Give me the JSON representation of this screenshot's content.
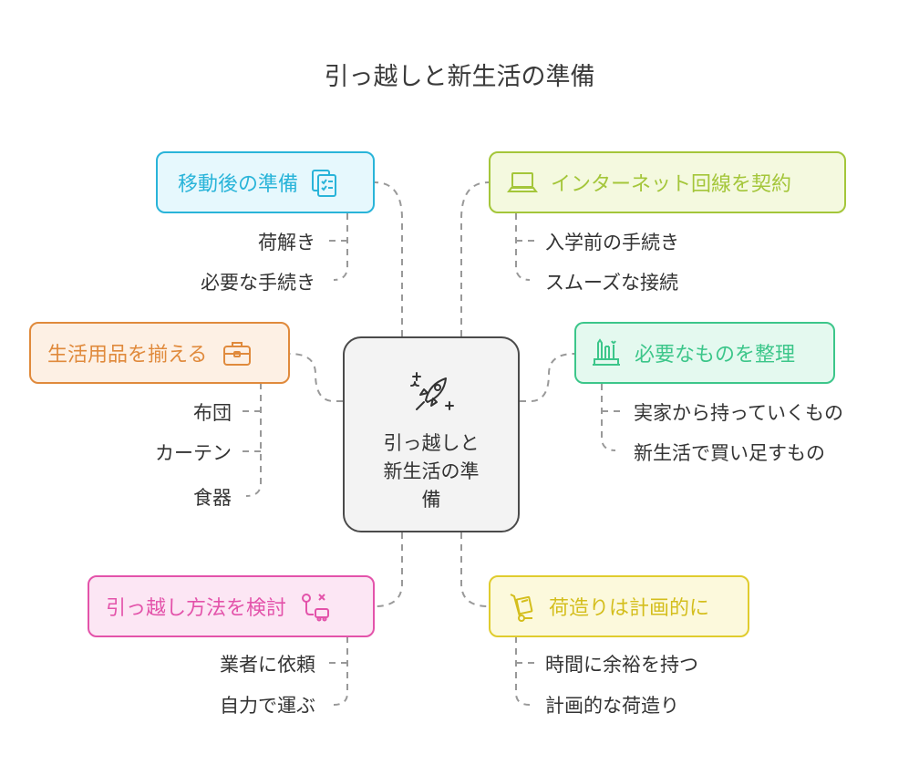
{
  "title": "引っ越しと新生活の準備",
  "center": {
    "line1": "引っ越しと",
    "line2": "新生活の準",
    "line3": "備",
    "icon": "rocket-icon"
  },
  "colors": {
    "blue": "#29b4d9",
    "green": "#a4c63a",
    "orange": "#e08a3c",
    "teal": "#3cc68a",
    "pink": "#e353aa",
    "yellow": "#e0cc2e",
    "line": "#999999",
    "center_border": "#4a4a4a"
  },
  "branches": {
    "moving_prep": {
      "label": "移動後の準備",
      "icon": "clipboard-list-icon",
      "items": [
        "荷解き",
        "必要な手続き"
      ]
    },
    "internet": {
      "label": "インターネット回線を契約",
      "icon": "laptop-icon",
      "items": [
        "入学前の手続き",
        "スムーズな接続"
      ]
    },
    "supplies": {
      "label": "生活用品を揃える",
      "icon": "briefcase-icon",
      "items": [
        "布団",
        "カーテン",
        "食器"
      ]
    },
    "organize": {
      "label": "必要なものを整理",
      "icon": "pencil-cup-icon",
      "items": [
        "実家から持っていくもの",
        "新生活で買い足すもの"
      ]
    },
    "method": {
      "label": "引っ越し方法を検討",
      "icon": "route-icon",
      "items": [
        "業者に依頼",
        "自力で運ぶ"
      ]
    },
    "packing": {
      "label": "荷造りは計画的に",
      "icon": "hand-truck-icon",
      "items": [
        "時間に余裕を持つ",
        "計画的な荷造り"
      ]
    }
  }
}
